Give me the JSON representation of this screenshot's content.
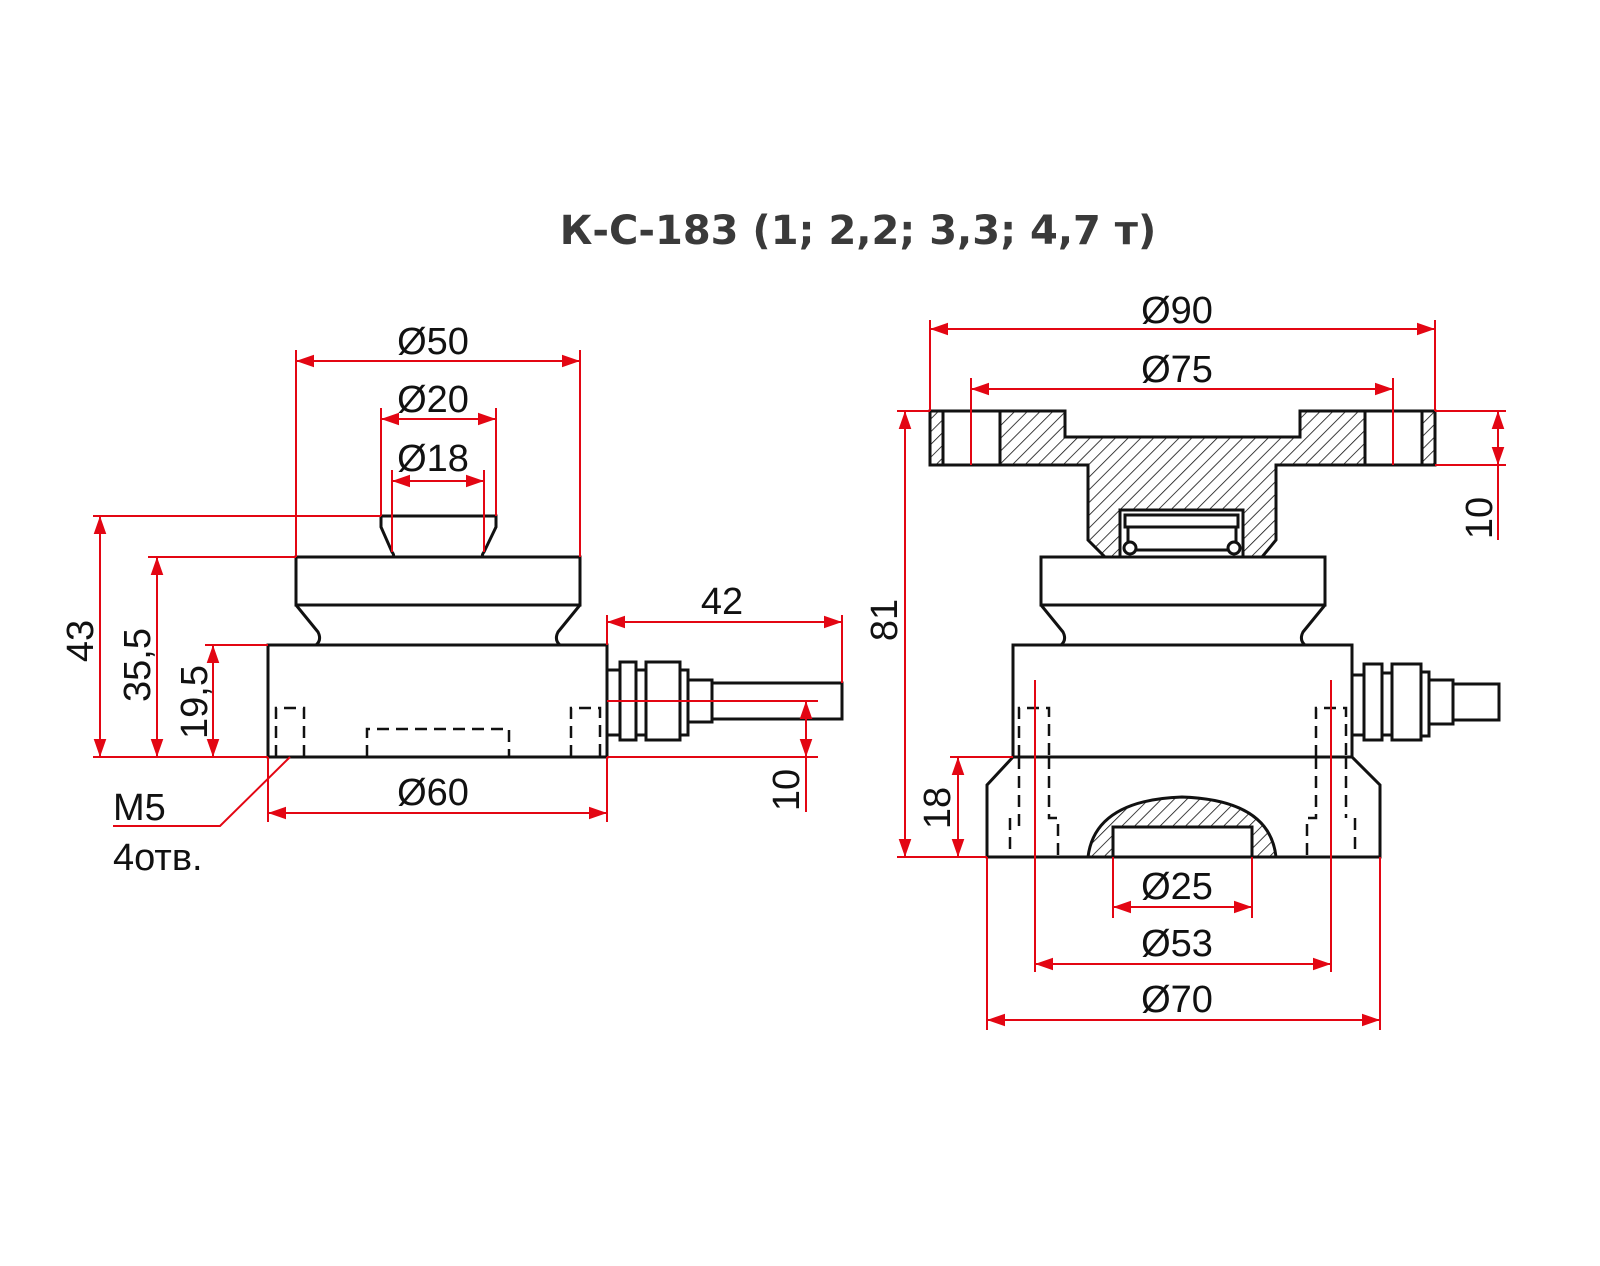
{
  "title": "К-С-183 (1; 2,2; 3,3; 4,7 т)",
  "colors": {
    "dimension": "#e30613",
    "outline": "#111111",
    "title": "#3a3a3a"
  },
  "side_view": {
    "dims": {
      "d50": "Ø50",
      "d20": "Ø20",
      "d18": "Ø18",
      "h43": "43",
      "h35_5": "35,5",
      "h19_5": "19,5",
      "d60": "Ø60",
      "l42": "42",
      "h10": "10"
    },
    "thread_label": "M5",
    "holes_label": "4отв."
  },
  "section_view": {
    "dims": {
      "d90": "Ø90",
      "d75": "Ø75",
      "h81": "81",
      "h10": "10",
      "h18": "18",
      "d25": "Ø25",
      "d53": "Ø53",
      "d70": "Ø70"
    }
  }
}
